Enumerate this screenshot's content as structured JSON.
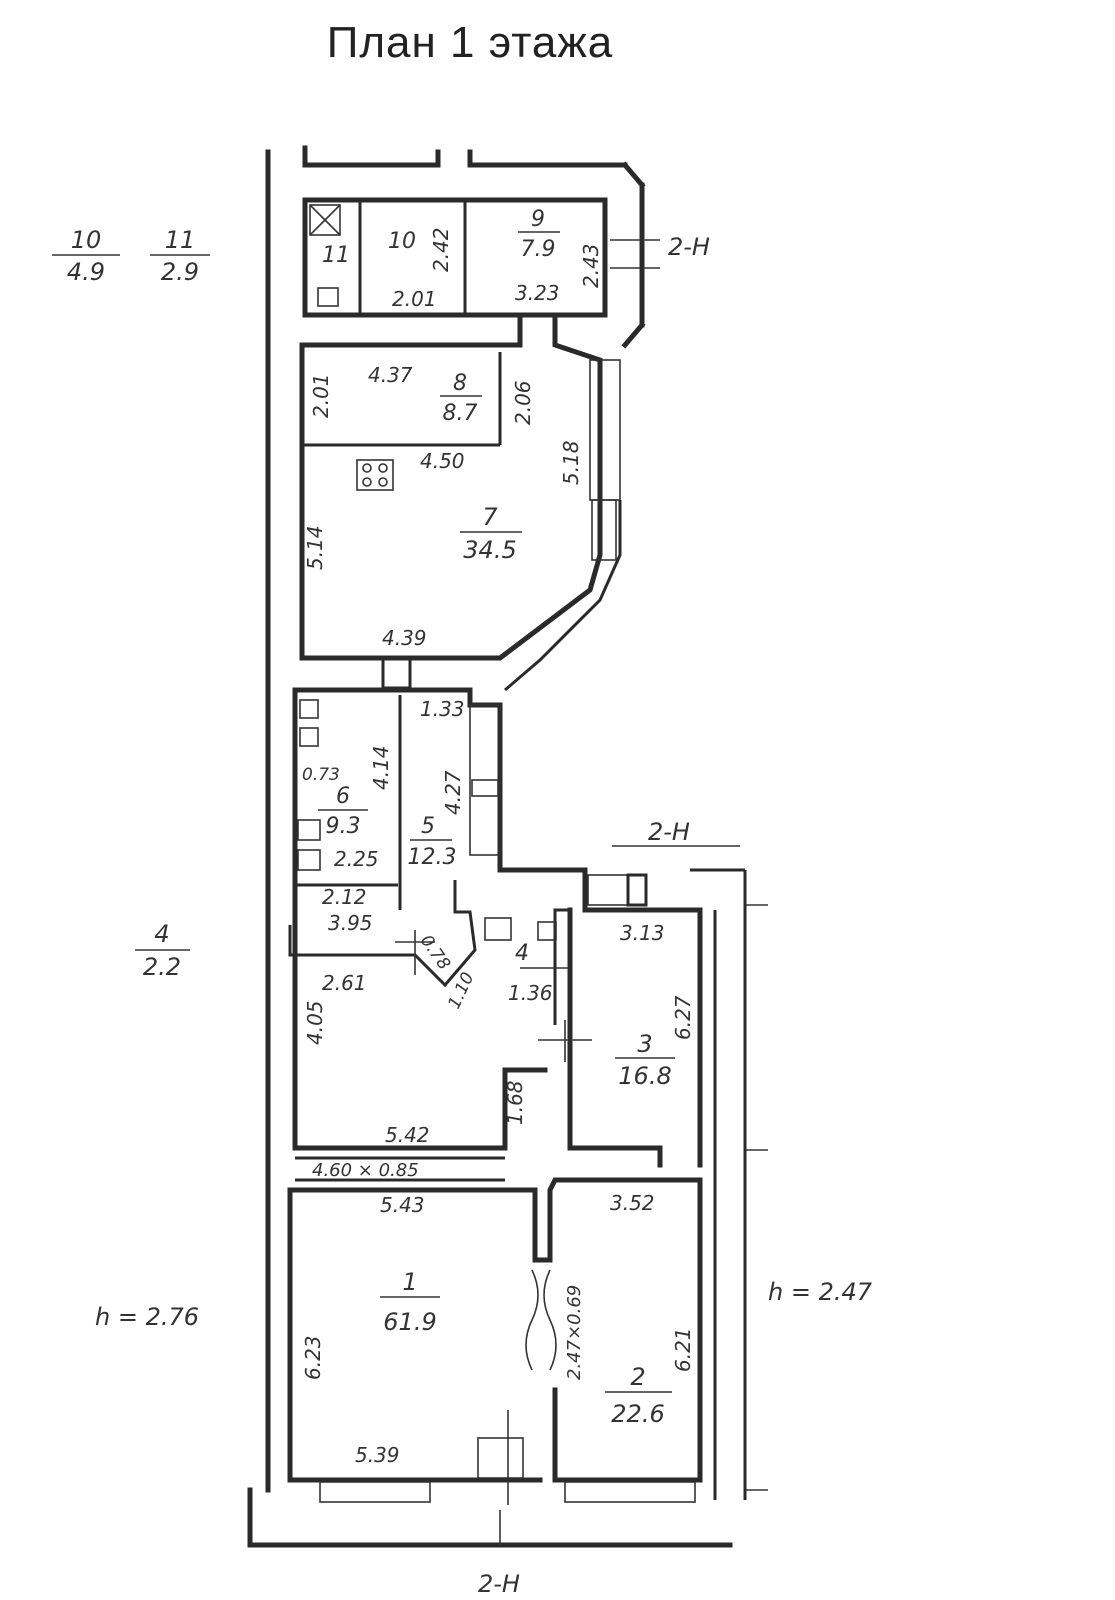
{
  "title": "План 1 этажа",
  "legend": [
    {
      "room": "10",
      "area": "4.9"
    },
    {
      "room": "11",
      "area": "2.9"
    },
    {
      "room": "4",
      "area": "2.2"
    }
  ],
  "heights": {
    "left": "h = 2.76",
    "right": "h = 2.47"
  },
  "section_marks": {
    "top": "2-H",
    "middle": "2-H",
    "bottom": "2-H"
  },
  "rooms": {
    "r1": {
      "num": "1",
      "area": "61.9"
    },
    "r2": {
      "num": "2",
      "area": "22.6"
    },
    "r3": {
      "num": "3",
      "area": "16.8"
    },
    "r4": {
      "num": "4"
    },
    "r5": {
      "num": "5",
      "area": "12.3"
    },
    "r6": {
      "num": "6",
      "area": "9.3"
    },
    "r7": {
      "num": "7",
      "area": "34.5"
    },
    "r8": {
      "num": "8",
      "area": "8.7"
    },
    "r9": {
      "num": "9",
      "area": "7.9"
    },
    "r10": {
      "num": "10"
    },
    "r11": {
      "num": "11"
    }
  },
  "dims": {
    "d_242": "2.42",
    "d_243": "2.43",
    "d_201a": "2.01",
    "d_323": "3.23",
    "d_437": "4.37",
    "d_201b": "2.01",
    "d_206": "2.06",
    "d_450": "4.50",
    "d_518": "5.18",
    "d_514": "5.14",
    "d_439": "4.39",
    "d_133": "1.33",
    "d_414": "4.14",
    "d_073": "0.73",
    "d_427": "4.27",
    "d_225": "2.25",
    "d_212": "2.12",
    "d_395": "3.95",
    "d_078": "0.78",
    "d_110": "1.10",
    "d_136": "1.36",
    "d_261": "2.61",
    "d_313": "3.13",
    "d_627": "6.27",
    "d_405": "4.05",
    "d_168": "1.68",
    "d_542": "5.42",
    "d_460": "4.60 × 0.85",
    "d_543": "5.43",
    "d_352": "3.52",
    "d_623": "6.23",
    "d_621": "6.21",
    "d_247x": "2.47×0.69",
    "d_539": "5.39"
  }
}
